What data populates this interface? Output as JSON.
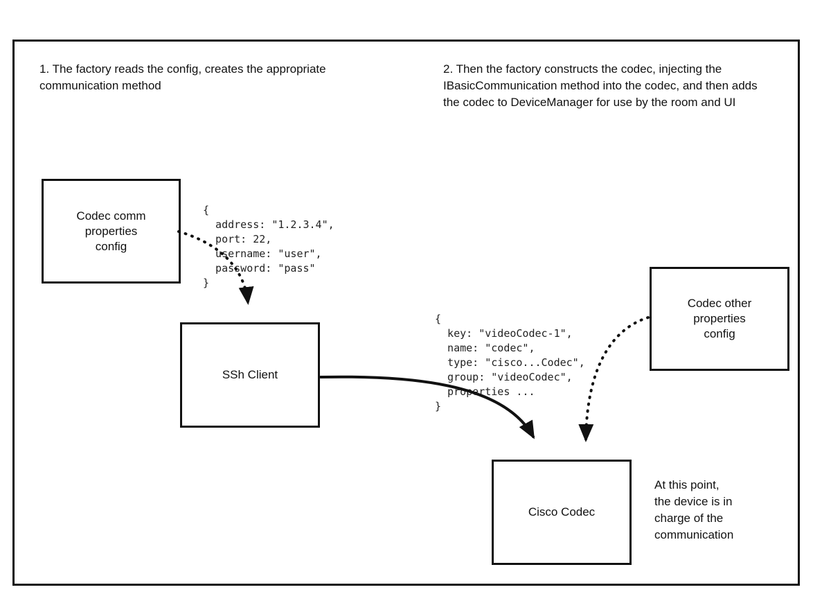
{
  "notes": {
    "step1": "1. The factory reads the config, creates the appropriate communication method",
    "step2": "2. Then the factory constructs the codec, injecting the IBasicCommunication method into the codec, and then adds the codec to DeviceManager for use by the room and UI",
    "endpoint": "At this point,\nthe device is in\ncharge of the\ncommunication"
  },
  "boxes": {
    "codec_comm_config": "Codec comm\nproperties\nconfig",
    "ssh_client": "SSh Client",
    "codec_other_config": "Codec other\nproperties\nconfig",
    "cisco_codec": "Cisco Codec"
  },
  "code": {
    "comm_properties": "{\n  address: \"1.2.3.4\",\n  port: 22,\n  username: \"user\",\n  password: \"pass\"\n}",
    "codec_properties": "{\n  key: \"videoCodec-1\",\n  name: \"codec\",\n  type: \"cisco...Codec\",\n  group: \"videoCodec\",\n  properties ...\n}"
  },
  "colors": {
    "stroke": "#111111",
    "background": "#ffffff"
  }
}
